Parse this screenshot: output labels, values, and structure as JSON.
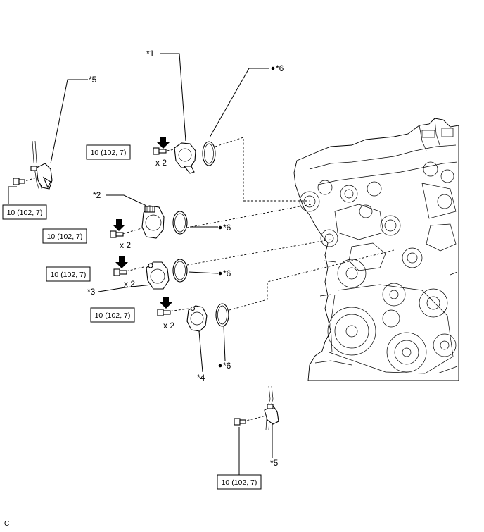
{
  "callouts": {
    "p1": "*1",
    "p2": "*2",
    "p3": "*3",
    "p4": "*4",
    "p5_top": "*5",
    "p5_bottom": "*5",
    "p6_top": "*6",
    "p6_a": "*6",
    "p6_b": "*6",
    "p6_c": "*6"
  },
  "torque": {
    "sensor_upper": "10 (102, 7)",
    "cover_1": "10 (102, 7)",
    "cover_2": "10 (102, 7)",
    "cover_3": "10 (102, 7)",
    "cover_4": "10 (102, 7)",
    "sensor_lower": "10 (102, 7)"
  },
  "quantity": {
    "cover_1": "x 2",
    "cover_2": "x 2",
    "cover_3": "x 2",
    "cover_4": "x 2"
  },
  "figure_code": "C",
  "icons": [
    "arrow-down-icon",
    "bolt-icon",
    "o-ring-icon",
    "dot-icon"
  ]
}
